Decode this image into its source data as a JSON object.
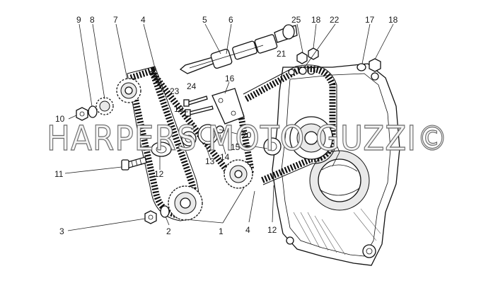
{
  "watermark": "HARPERS MOTO GUZZI©",
  "callouts": {
    "c9": "9",
    "c8": "8",
    "c7": "7",
    "c4_top": "4",
    "c5": "5",
    "c6": "6",
    "c25": "25",
    "c18_top": "18",
    "c22": "22",
    "c17": "17",
    "c18_right": "18",
    "c21": "21",
    "c16": "16",
    "c24": "24",
    "c23": "23",
    "c19": "19",
    "c10": "10",
    "c20": "20",
    "c13": "13",
    "c14": "14",
    "c15": "15",
    "c11": "11",
    "c12_left": "12",
    "c3": "3",
    "c2": "2",
    "c1": "1",
    "c4_bottom": "4",
    "c12_bottom": "12"
  }
}
